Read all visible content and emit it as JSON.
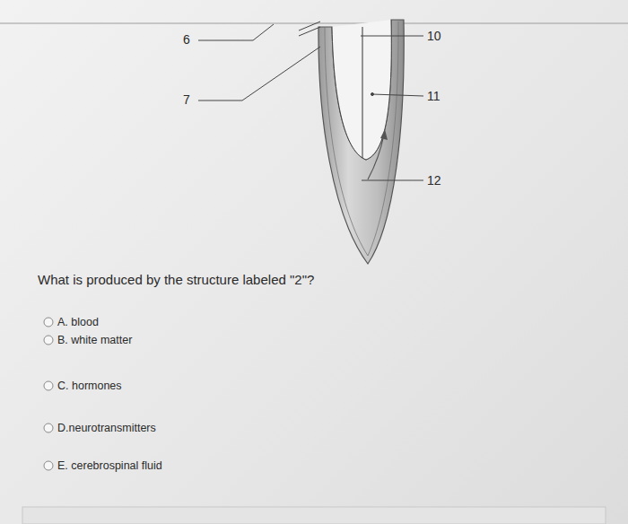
{
  "diagram": {
    "labels": [
      "6",
      "7",
      "10",
      "11",
      "12",
      "What is produced by the structure labeled \"2\"?",
      "A. blood",
      "B. white matter",
      "C. hormones",
      "D.neurotransmitters",
      "E. cerebrospinal fluid"
    ]
  }
}
